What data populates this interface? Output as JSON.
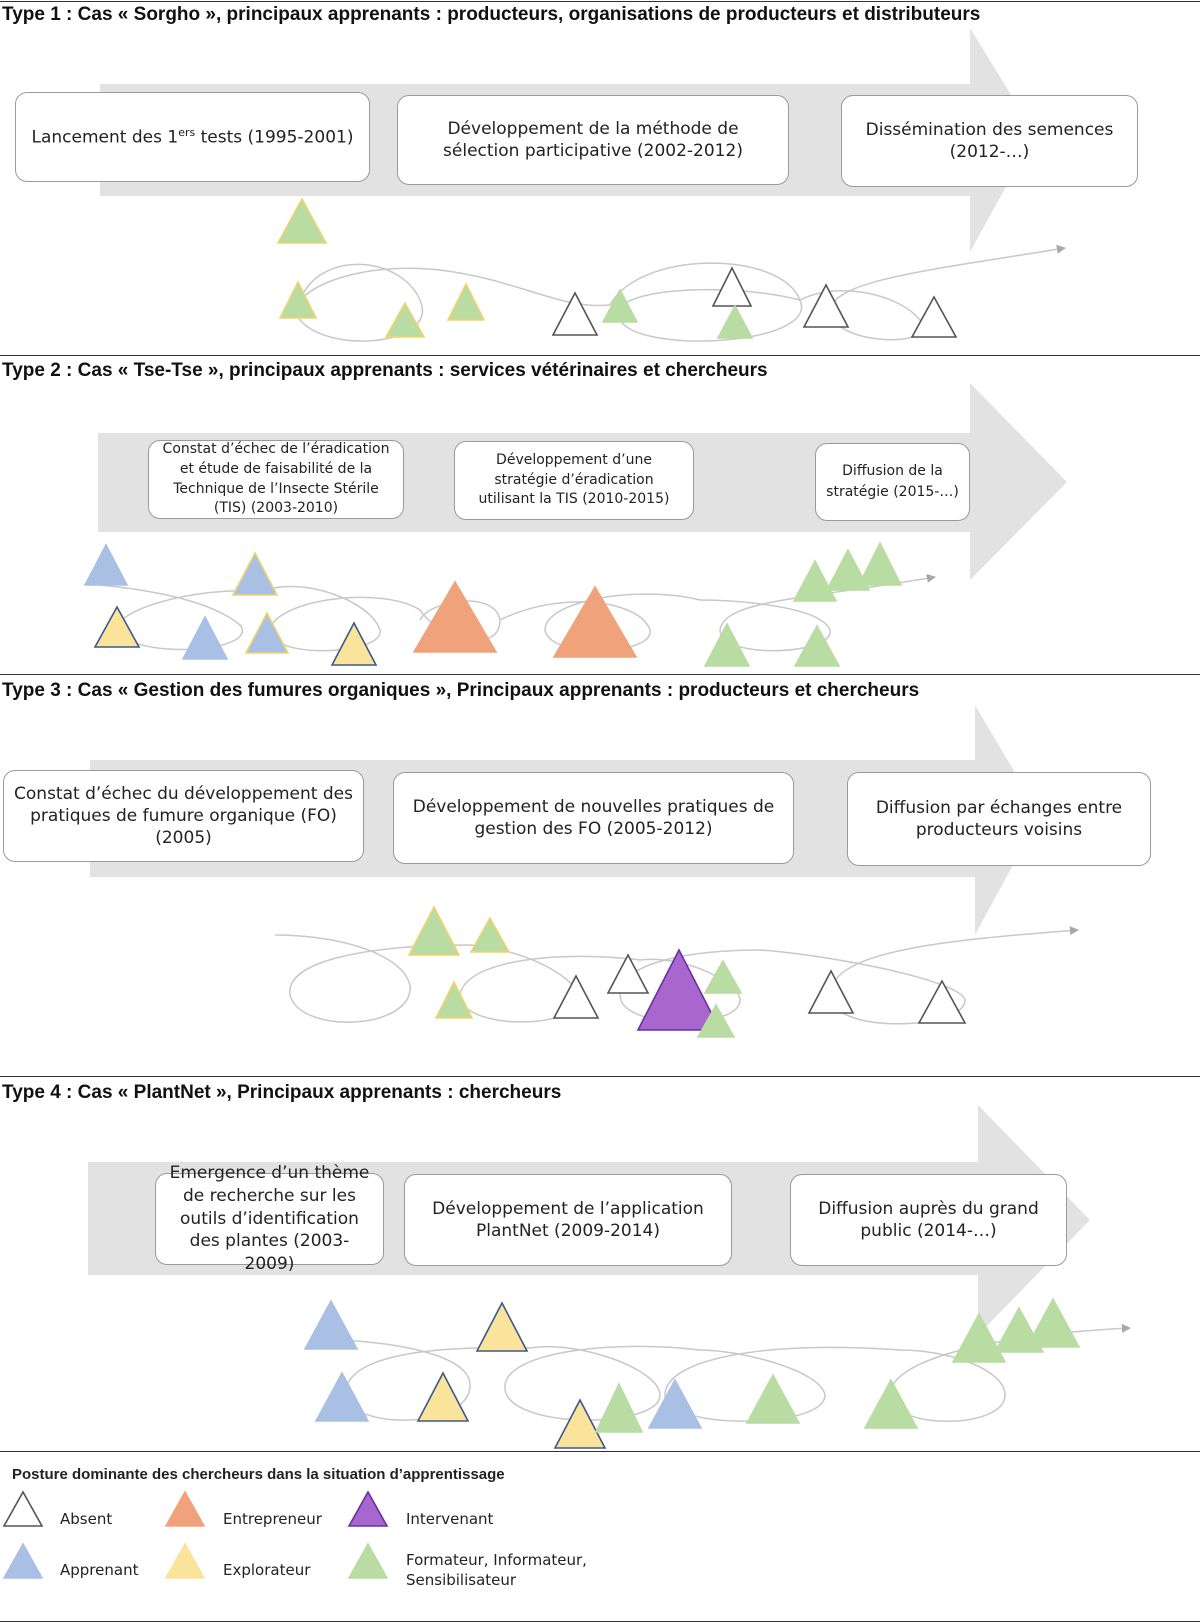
{
  "types": [
    {
      "title": "Type 1 : Cas « Sorgho », principaux apprenants : producteurs, organisations de producteurs et distributeurs",
      "stages": [
        "Lancement des 1ers tests (1995-2001)",
        "Développement de la méthode de sélection participative (2002-2012)",
        "Dissémination des semences (2012-…)"
      ],
      "triangles": [
        "explorateur-formateur",
        "explorateur-formateur",
        "explorateur-formateur",
        "explorateur-formateur",
        "absent",
        "formateur",
        "absent",
        "formateur",
        "absent",
        "absent"
      ]
    },
    {
      "title": "Type 2 : Cas  « Tse-Tse », principaux apprenants : services vétérinaires et chercheurs",
      "stages": [
        "Constat d’échec de l’éradication et étude de faisabilité de la Technique de l’Insecte Stérile (TIS) (2003-2010)",
        "Développement d’une stratégie d’éradication utilisant la TIS (2010-2015)",
        "Diffusion de la stratégie (2015-…)"
      ],
      "triangles": [
        "apprenant",
        "apprenant-explorateur",
        "explorateur",
        "apprenant",
        "apprenant-explorateur",
        "explorateur",
        "entrepreneur",
        "entrepreneur",
        "formateur",
        "formateur",
        "formateur",
        "formateur"
      ]
    },
    {
      "title": "Type 3 : Cas  « Gestion des fumures organiques », Principaux apprenants : producteurs et chercheurs",
      "stages": [
        "Constat d’échec du développement des pratiques de fumure organique (FO) (2005)",
        "Développement de nouvelles pratiques de gestion des FO (2005-2012)",
        "Diffusion par échanges entre producteurs voisins"
      ],
      "triangles": [
        "explorateur-formateur",
        "explorateur-formateur",
        "explorateur-formateur",
        "absent",
        "absent",
        "intervenant",
        "formateur",
        "formateur",
        "absent",
        "absent"
      ]
    },
    {
      "title": "Type 4 : Cas  « PlantNet », Principaux apprenants : chercheurs",
      "stages": [
        "Emergence d’un thème de recherche sur les outils d’identification des plantes (2003-2009)",
        "Développement de l’application PlantNet (2009-2014)",
        "Diffusion auprès du grand public (2014-…)"
      ],
      "triangles": [
        "apprenant",
        "apprenant",
        "explorateur",
        "explorateur",
        "explorateur",
        "formateur",
        "apprenant",
        "formateur",
        "formateur",
        "formateur",
        "formateur"
      ]
    }
  ],
  "legend": {
    "title": "Posture dominante des chercheurs dans la situation d’apprentissage",
    "items": [
      {
        "label": "Absent",
        "fill": "#ffffff",
        "stroke": "#555555"
      },
      {
        "label": "Entrepreneur",
        "fill": "#f0a37a",
        "stroke": "#f0a37a"
      },
      {
        "label": "Intervenant",
        "fill": "#a866cf",
        "stroke": "#6b2fa0"
      },
      {
        "label": "Apprenant",
        "fill": "#a9c0e4",
        "stroke": "#a9c0e4"
      },
      {
        "label": "Explorateur",
        "fill": "#fae39a",
        "stroke": "#fae39a"
      },
      {
        "label": "Formateur, Informateur, Sensibilisateur",
        "fill": "#b9dca2",
        "stroke": "#b9dca2"
      }
    ]
  },
  "colors": {
    "arrow": "#e2e2e2",
    "loop": "#c8c8c8",
    "arrowhead": "#a8a8a8"
  }
}
